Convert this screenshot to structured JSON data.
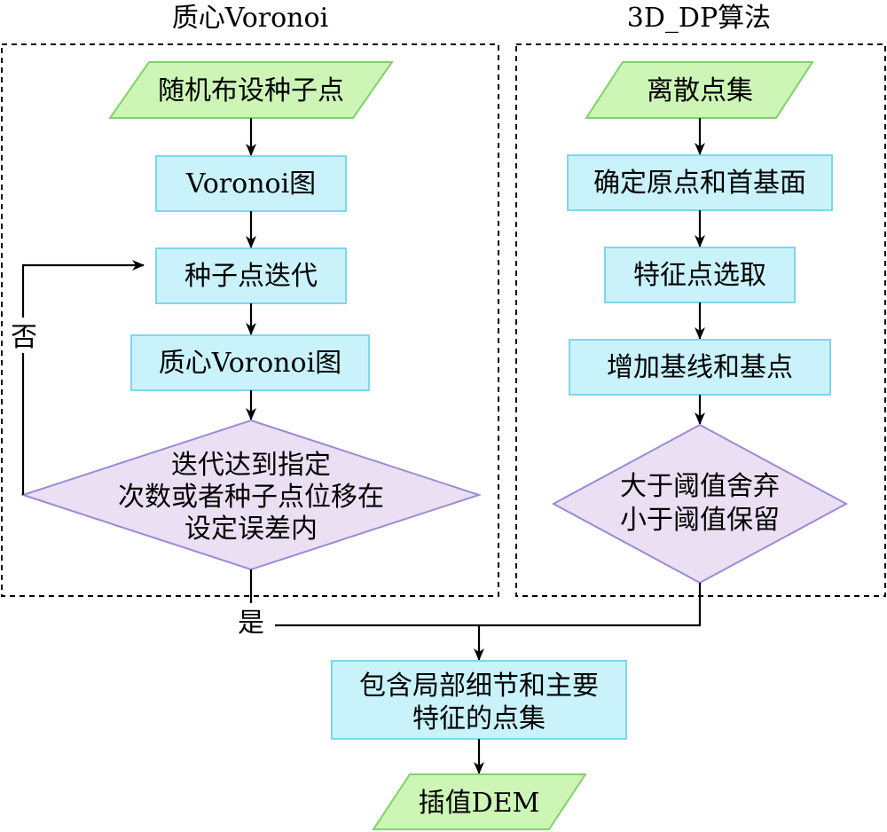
{
  "colors": {
    "io_fill": "#cdf5b6",
    "io_stroke": "#7fd26a",
    "process_fill": "#c9f2fb",
    "process_stroke": "#7dd7ea",
    "decision_fill": "#ebe0f3",
    "decision_stroke": "#9b8bd6",
    "line": "#000000"
  },
  "groups": {
    "left_title": "质心Voronoi",
    "right_title": "3D_DP算法"
  },
  "left": {
    "start": "随机布设种子点",
    "step1": "Voronoi图",
    "step2": "种子点迭代",
    "step3": "质心Voronoi图",
    "decision": [
      "迭代达到指定",
      "次数或者种子点位移在",
      "设定误差内"
    ],
    "no_label": "否",
    "yes_label": "是"
  },
  "right": {
    "start": "离散点集",
    "step1": "确定原点和首基面",
    "step2": "特征点选取",
    "step3": "增加基线和基点",
    "decision": [
      "大于阈值舍弃",
      "小于阈值保留"
    ]
  },
  "bottom": {
    "merge": [
      "包含局部细节和主要",
      "特征的点集"
    ],
    "output": "插值DEM"
  }
}
